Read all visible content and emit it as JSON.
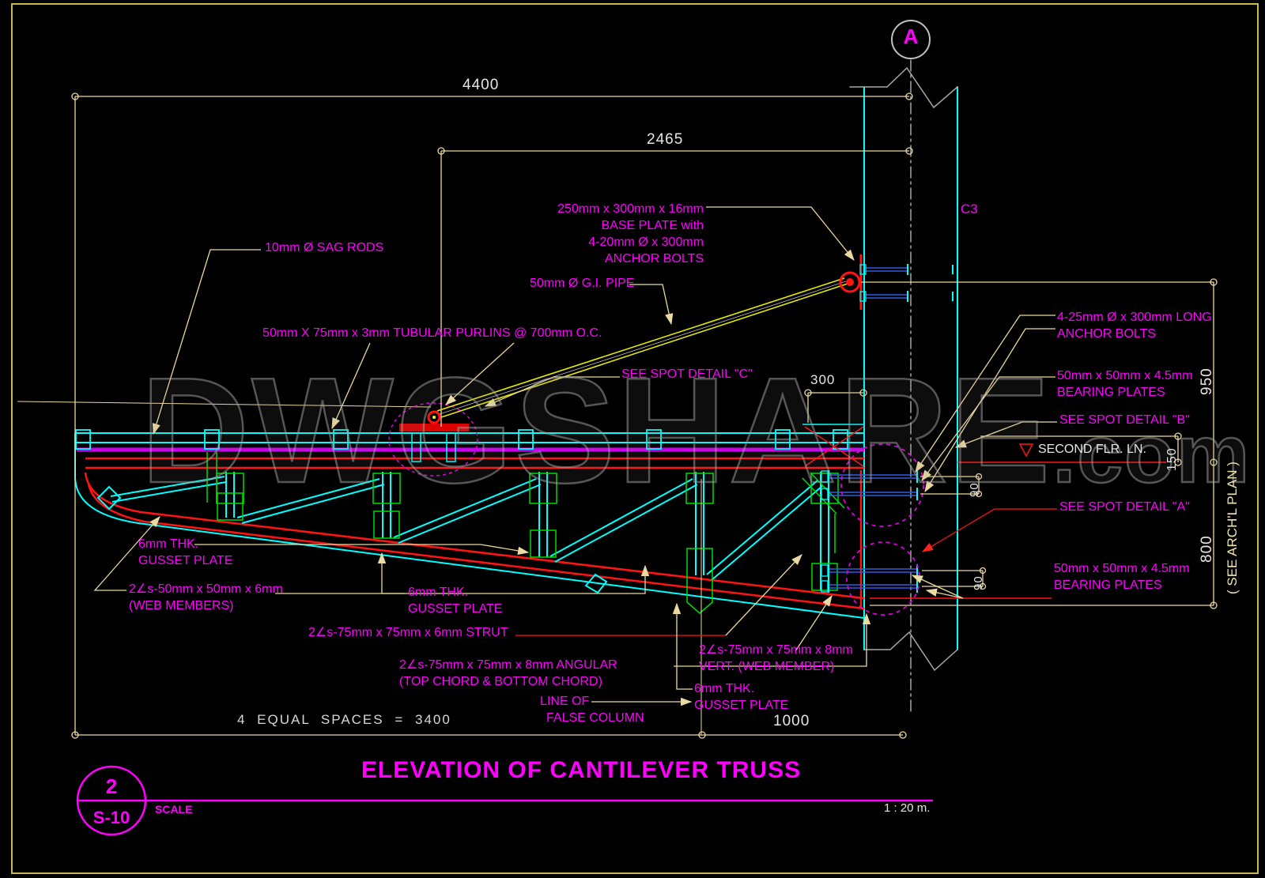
{
  "watermark": {
    "main": "DWGSHARE",
    "suffix": ".com"
  },
  "grid": {
    "bubble": "A",
    "column_mark": "C3"
  },
  "dimensions": {
    "overall_top": "4400",
    "pipe_span": "2465",
    "plate_offset": "300",
    "column_upper": "950",
    "floor_offset": "150",
    "bolt_gap_upper": "90",
    "bolt_gap_lower": "90",
    "column_lower": "800",
    "panels": "4 EQUAL SPACES = 3400",
    "overhang": "1000"
  },
  "callouts": {
    "sag_rods": "10mm Ø SAG RODS",
    "purlins": "50mm X 75mm x 3mm TUBULAR PURLINS @ 700mm O.C.",
    "spot_c": "SEE SPOT DETAIL \"C\"",
    "base_plate": [
      "250mm x 300mm x 16mm",
      "BASE PLATE with",
      "4-20mm Ø x 300mm",
      "ANCHOR BOLTS"
    ],
    "gi_pipe": "50mm Ø G.I. PIPE",
    "anchor_bolts_long": [
      "4-25mm Ø x 300mm LONG",
      "ANCHOR BOLTS"
    ],
    "bearing_plates_upper": [
      "50mm x 50mm x 4.5mm",
      "BEARING PLATES"
    ],
    "spot_b": "SEE SPOT DETAIL  \"B\"",
    "second_floor": "SECOND FLR. LN.",
    "spot_a": "SEE SPOT DETAIL \"A\"",
    "bearing_plates_lower": [
      "50mm x 50mm x 4.5mm",
      "BEARING PLATES"
    ],
    "arch_plan_note": "( SEE ARCH'L PLAN )",
    "gusset_left": [
      "6mm THK.",
      "GUSSET PLATE"
    ],
    "web_members": [
      "2∠s-50mm x 50mm x 6mm",
      "(WEB MEMBERS)"
    ],
    "gusset_mid": [
      "6mm THK.",
      "GUSSET PLATE"
    ],
    "strut": "2∠s-75mm x 75mm x 6mm STRUT",
    "angular": [
      "2∠s-75mm x 75mm x 8mm ANGULAR",
      "(TOP CHORD & BOTTOM CHORD)"
    ],
    "false_column": [
      "LINE OF",
      "FALSE COLUMN"
    ],
    "vert_web": [
      "2∠s-75mm x 75mm x 8mm",
      "VERT. (WEB MEMBER)"
    ],
    "gusset_right": [
      "6mm THK.",
      "GUSSET PLATE"
    ]
  },
  "title_block": {
    "detail_no": "2",
    "sheet_no": "S-10",
    "title": "ELEVATION OF CANTILEVER TRUSS",
    "scale_label": "SCALE",
    "scale_value": "1 : 20 m."
  },
  "colors": {
    "magenta": "#ff00ff",
    "cyan": "#00ffff",
    "red": "#ff1414",
    "green": "#00dd00",
    "purple": "#cc00ee",
    "bolt_blue": "#2f5bdf",
    "dim_tan": "#ead9a0",
    "white": "#e6e6e6",
    "border_gold": "#c8b94e"
  }
}
